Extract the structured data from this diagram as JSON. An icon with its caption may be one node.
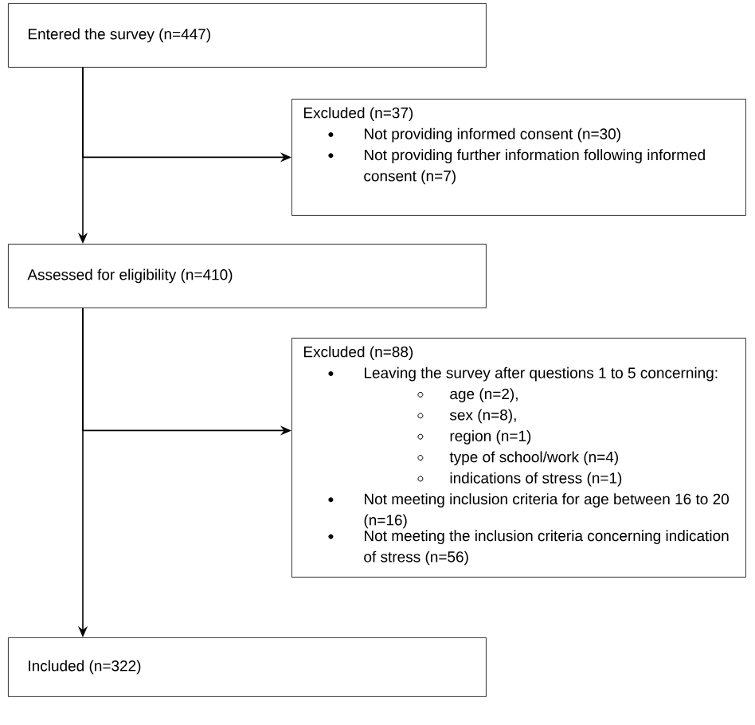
{
  "diagram": {
    "nodes": [
      {
        "text": [
          "Entered the survey (n=447)"
        ]
      },
      {
        "text": [
          "Excluded (n=37)",
          "Not providing informed consent (n=30)",
          "Not providing further information following informed consent (n=7)"
        ]
      },
      {
        "text": [
          "Assessed for eligibility (n=410)"
        ]
      },
      {
        "text": [
          "Excluded (n=88)",
          "Leaving the survey after questions 1 to 5 concerning:",
          "age (n=2),",
          "sex (n=8),",
          "region (n=1)",
          "type of school/work (n=4)",
          "indications of stress (n=1)",
          "Not meeting inclusion criteria for age between 16 to 20 (n=16)",
          "Not meeting the inclusion criteria concerning indication of stress (n=56)"
        ]
      },
      {
        "text": [
          "Included (n=322)"
        ]
      }
    ],
    "edges": [
      {
        "from": 0,
        "to": 2,
        "arrow": "to"
      },
      {
        "from": 0,
        "to": 1,
        "arrow": "to"
      },
      {
        "from": 2,
        "to": 4,
        "arrow": "to"
      },
      {
        "from": 2,
        "to": 3,
        "arrow": "to"
      }
    ]
  }
}
